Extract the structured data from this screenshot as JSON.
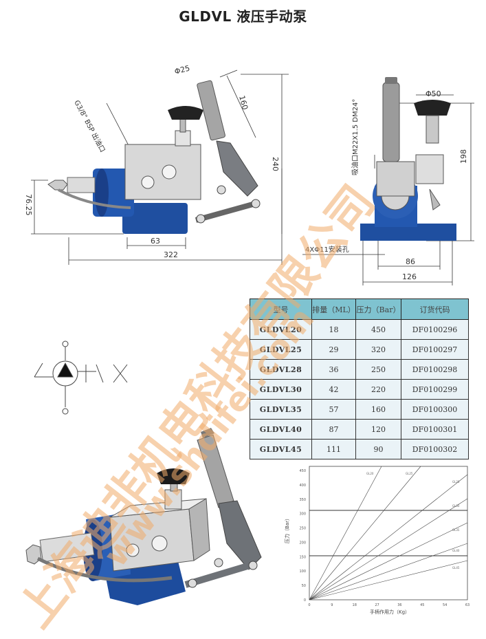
{
  "title": "GLDVL 液压手动泵",
  "side_view": {
    "dims": {
      "handle_dia": "Φ25",
      "handle_len": "160",
      "height": "240",
      "port": "G3/8\" BSP 出油口",
      "base_height": "76.25",
      "center_dist": "63",
      "total_len": "322"
    }
  },
  "front_view": {
    "dims": {
      "knob_dia": "Φ50",
      "suction": "吸油口M22X1.5 DM24°",
      "height": "198",
      "mount_holes": "4XΦ11安装孔",
      "hole_spacing": "86",
      "base_width": "126"
    }
  },
  "spec_table": {
    "headers": [
      "型号",
      "排量（ML）",
      "压力（Bar）",
      "订货代码"
    ],
    "rows": [
      [
        "GLDVL20",
        "18",
        "450",
        "DF0100296"
      ],
      [
        "GLDVL25",
        "29",
        "320",
        "DF0100297"
      ],
      [
        "GLDVL28",
        "36",
        "250",
        "DF0100298"
      ],
      [
        "GLDVL30",
        "42",
        "220",
        "DF0100299"
      ],
      [
        "GLDVL35",
        "57",
        "160",
        "DF0100300"
      ],
      [
        "GLDVL40",
        "87",
        "120",
        "DF0100301"
      ],
      [
        "GLDVL45",
        "111",
        "90",
        "DF0100302"
      ]
    ]
  },
  "graph": {
    "ylabel": "压力（Bar）",
    "xlabel": "手柄作用力（Kg）",
    "yticks": [
      "450",
      "400",
      "350",
      "300",
      "250",
      "200",
      "150",
      "100",
      "50",
      "0"
    ],
    "xticks": [
      "0",
      "9",
      "18",
      "27",
      "36",
      "45",
      "54",
      "63"
    ],
    "line_labels": [
      "GL20",
      "GL25",
      "GL28",
      "GL30",
      "GL35",
      "GL40",
      "GL45"
    ]
  },
  "watermarks": {
    "company": "上海迪非机电科技有限公司",
    "url": "www.shdifei.com"
  },
  "colors": {
    "pump_blue": "#1f4fa0",
    "table_header": "#7fc3d0",
    "table_cell": "#eaf3f7",
    "watermark": "#f1ac69"
  }
}
